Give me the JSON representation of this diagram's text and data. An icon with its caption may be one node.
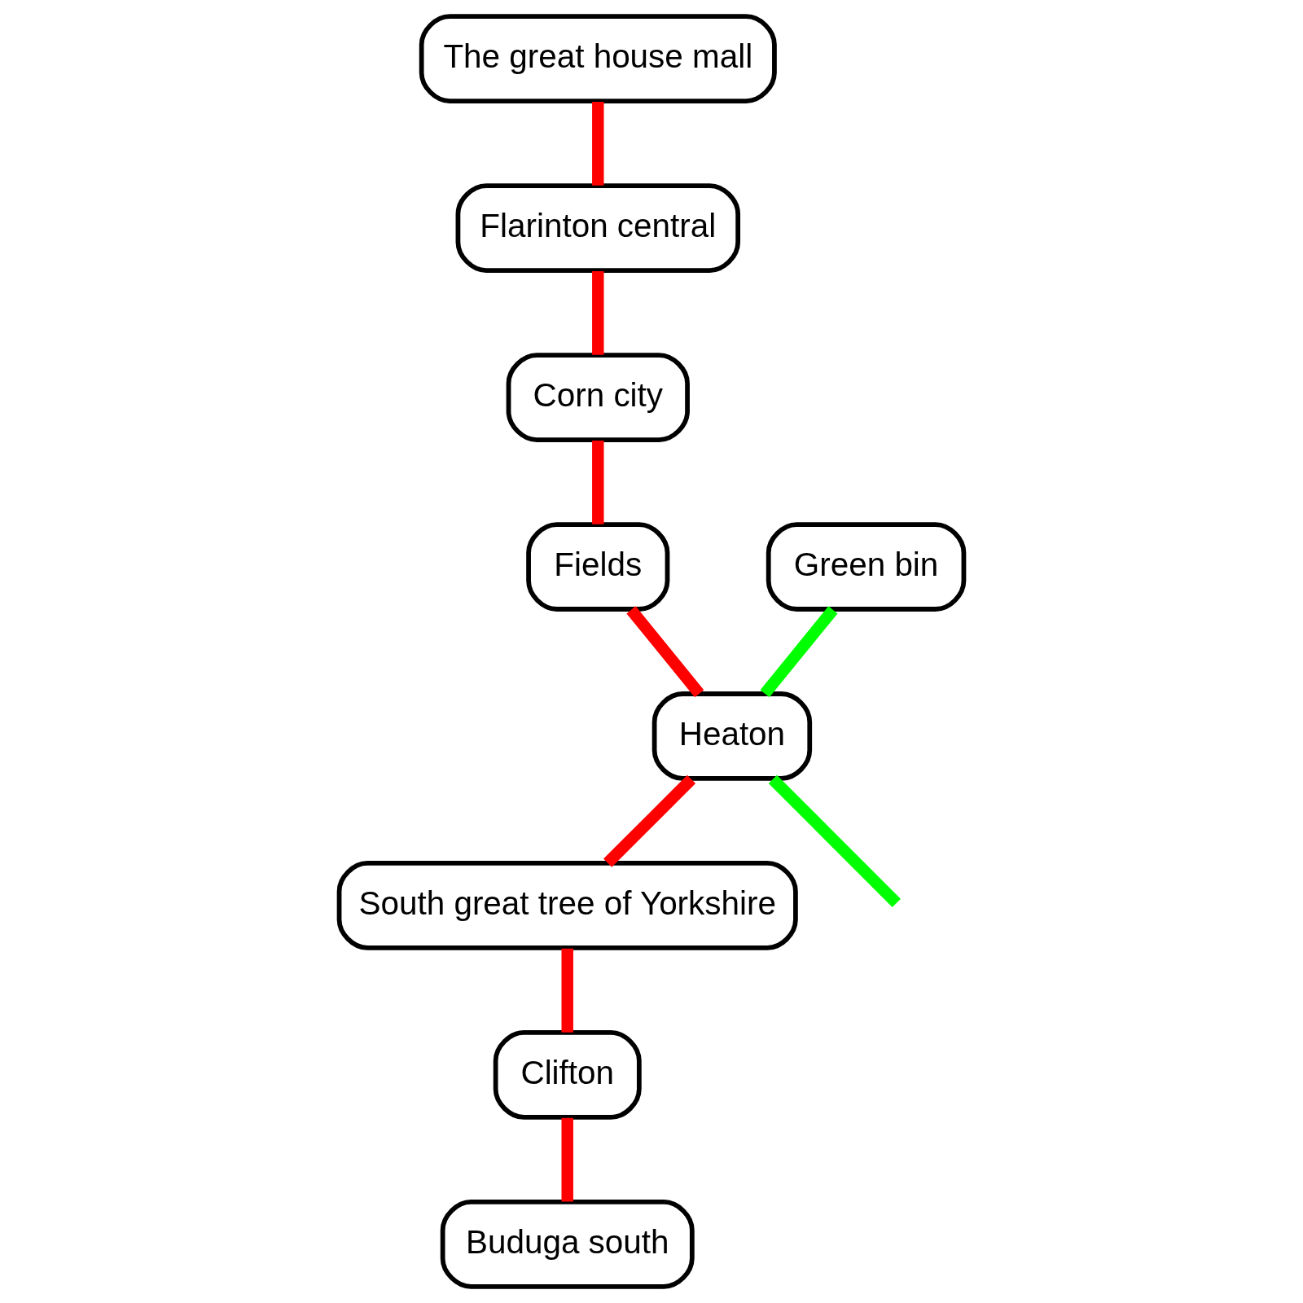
{
  "diagram": {
    "nodes": [
      {
        "text": [
          "The great house mall"
        ]
      },
      {
        "text": [
          "Flarinton central"
        ]
      },
      {
        "text": [
          "Corn city"
        ]
      },
      {
        "text": [
          "Fields"
        ]
      },
      {
        "text": [
          "Green bin"
        ]
      },
      {
        "text": [
          "Heaton"
        ]
      },
      {
        "text": [
          "South great tree of Yorkshire"
        ]
      },
      {
        "text": [
          "Clifton"
        ]
      },
      {
        "text": [
          "Buduga south"
        ]
      }
    ],
    "edges": [
      {
        "from": 0,
        "to": 1,
        "arrow": "none"
      },
      {
        "from": 1,
        "to": 2,
        "arrow": "none"
      },
      {
        "from": 2,
        "to": 3,
        "arrow": "none"
      },
      {
        "from": 3,
        "to": 5,
        "arrow": "none"
      },
      {
        "from": 5,
        "to": 6,
        "arrow": "none"
      },
      {
        "from": 6,
        "to": 7,
        "arrow": "none"
      },
      {
        "from": 7,
        "to": 8,
        "arrow": "none"
      },
      {
        "from": 4,
        "to": 5,
        "arrow": "none",
        "color": "#00ff00"
      },
      {
        "from": 5,
        "to": null,
        "arrow": "none",
        "color": "#00ff00"
      }
    ]
  }
}
